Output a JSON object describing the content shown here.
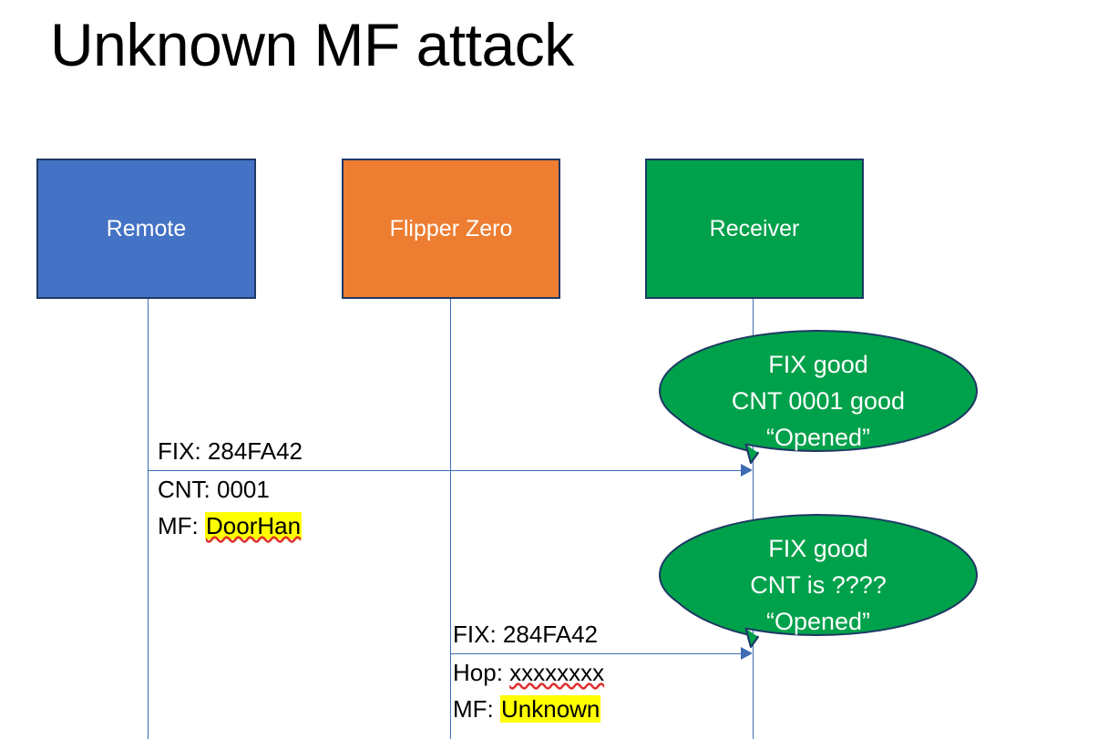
{
  "slide": {
    "title": "Unknown MF attack",
    "background": "#ffffff"
  },
  "colors": {
    "remote": "#4472c4",
    "flipper": "#ed7d31",
    "receiver": "#00a14b",
    "box_border": "#1f3864",
    "lifeline": "#3f6cb4",
    "arrow": "#3f6cb4",
    "bubble_fill": "#00a14b",
    "bubble_border": "#1f3864",
    "highlight": "#ffff00",
    "spellcheck_underline": "#e03030",
    "text_dark": "#000000",
    "text_light": "#ffffff"
  },
  "actors": [
    {
      "id": "remote",
      "label": "Remote"
    },
    {
      "id": "flipper",
      "label": "Flipper Zero"
    },
    {
      "id": "receiver",
      "label": "Receiver"
    }
  ],
  "messages": [
    {
      "id": "msg1",
      "from": "remote",
      "to": "receiver",
      "label_above": "FIX: 284FA42",
      "label_below_line1_prefix": "CNT: 0001",
      "label_below_line2_prefix": "MF: ",
      "label_below_line2_highlight": "DoorHan"
    },
    {
      "id": "msg2",
      "from": "flipper",
      "to": "receiver",
      "label_above": "FIX: 284FA42",
      "label_below_line1_prefix": "Hop: ",
      "label_below_line1_spellcheck": "xxxxxxxx",
      "label_below_line2_prefix": "MF: ",
      "label_below_line2_highlight": "Unknown"
    }
  ],
  "bubbles": [
    {
      "id": "bubble1",
      "attached_to": "msg1",
      "lines": [
        "FIX good",
        "CNT 0001 good",
        "“Opened”"
      ]
    },
    {
      "id": "bubble2",
      "attached_to": "msg2",
      "lines": [
        "FIX good",
        "CNT is ????",
        "“Opened”"
      ]
    }
  ]
}
